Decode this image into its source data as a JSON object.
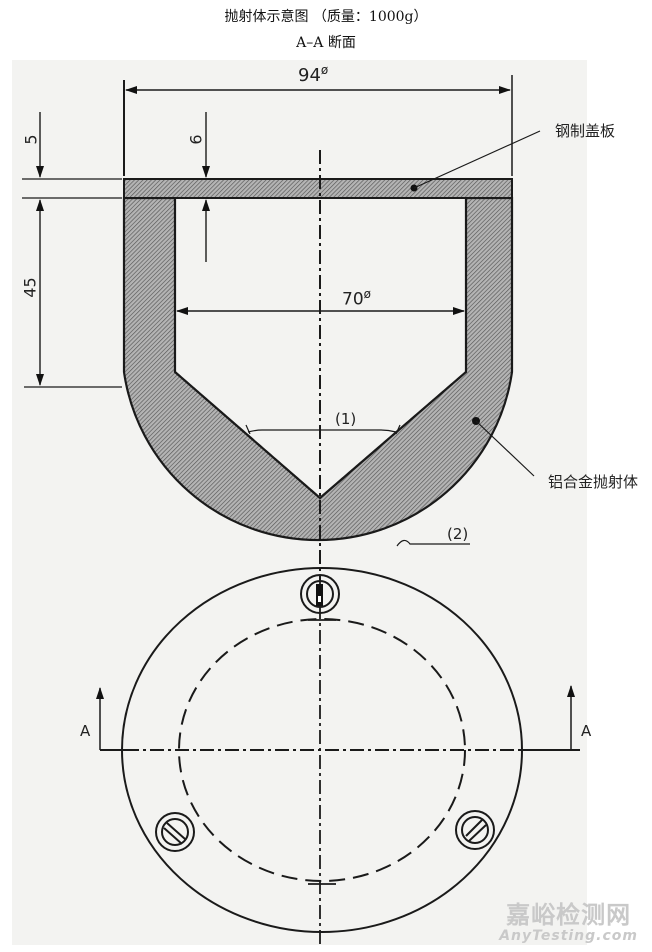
{
  "header": {
    "title": "抛射体示意图 （质量：1000g）",
    "subtitle": "A–A 断面"
  },
  "section_view": {
    "dimensions": {
      "outer_diameter": "94",
      "inner_diameter": "70",
      "lid_thickness": "5",
      "lid_gap": "6",
      "wall_height": "45",
      "diameter_symbol": "ø"
    },
    "callouts": {
      "angle_note": "(1)",
      "surface_note": "(2)"
    },
    "labels": {
      "steel_lid": "钢制盖板",
      "aluminum_body": "铝合金抛射体"
    }
  },
  "plan_view": {
    "section_marker_left": "A",
    "section_marker_right": "A",
    "screw_count": 3
  },
  "watermark": {
    "cn": "嘉峪检测网",
    "en": "AnyTesting.com"
  },
  "colors": {
    "line": "#1a1a1a",
    "hatch_fill": "#8a8a8a",
    "paper": "#f3f3f1"
  }
}
